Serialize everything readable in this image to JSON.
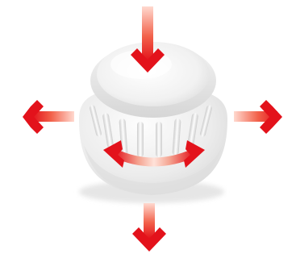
{
  "illustration": {
    "subject": "rotary-knob-controller",
    "knob_colors": {
      "top_light": "#fbfbfb",
      "top_mid": "#eeeeee",
      "body_light": "#f2f2f2",
      "body_shadow": "#cfcfcf",
      "rib_highlight": "#ffffff",
      "rib_shadow": "#c8c8c8"
    },
    "arrow_colors": {
      "head": "#e3121b",
      "tail_fade": "#ffd9cf"
    },
    "arrows": [
      {
        "name": "push-down-arrow",
        "direction": "down",
        "meaning": "press"
      },
      {
        "name": "tilt-left-arrow",
        "direction": "left",
        "meaning": "tilt"
      },
      {
        "name": "tilt-right-arrow",
        "direction": "right",
        "meaning": "tilt"
      },
      {
        "name": "tilt-down-arrow",
        "direction": "down",
        "meaning": "tilt"
      },
      {
        "name": "rotate-arrow",
        "direction": "both",
        "meaning": "rotate"
      }
    ]
  }
}
